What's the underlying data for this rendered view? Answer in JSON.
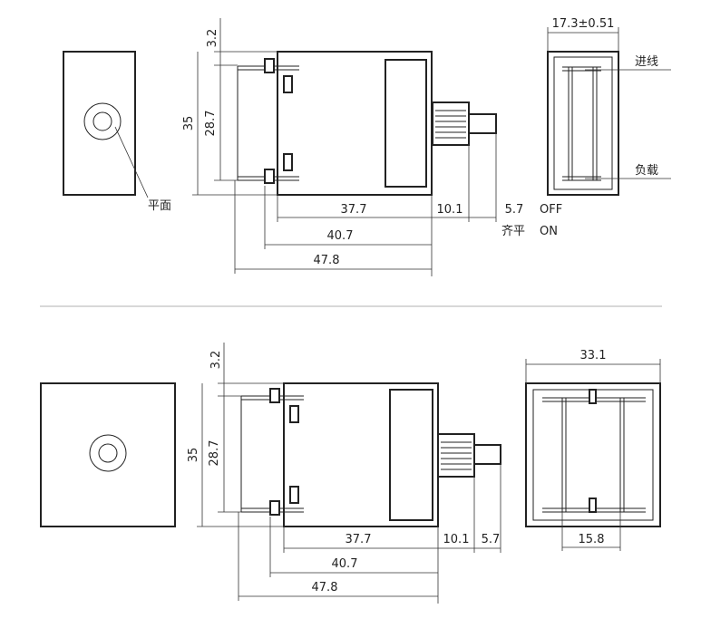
{
  "top": {
    "dims": {
      "d32": "3.2",
      "d35": "35",
      "d287": "28.7",
      "d377": "37.7",
      "d101": "10.1",
      "d57": "5.7",
      "d407": "40.7",
      "d478": "47.8",
      "width": "17.3±0.51"
    },
    "labels": {
      "flat": "平面",
      "off": "OFF",
      "flush": "齐平",
      "on": "ON",
      "incoming": "进线",
      "load": "负载"
    }
  },
  "bottom": {
    "dims": {
      "d32": "3.2",
      "d35": "35",
      "d287": "28.7",
      "d377": "37.7",
      "d101": "10.1",
      "d57": "5.7",
      "d407": "40.7",
      "d478": "47.8",
      "width": "33.1",
      "pitch": "15.8"
    }
  }
}
